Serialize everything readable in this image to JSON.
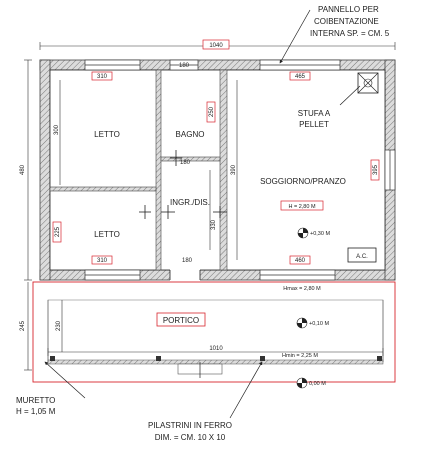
{
  "annotations": {
    "insulation": [
      "PANNELLO PER",
      "COIBENTAZIONE",
      "INTERNA SP. = CM. 5"
    ],
    "stove": [
      "STUFA A",
      "PELLET"
    ],
    "low_wall": [
      "MURETTO",
      "H = 1,05 M"
    ],
    "pillars": [
      "PILASTRINI IN FERRO",
      "DIM. = CM. 10 X 10"
    ]
  },
  "rooms": {
    "bedroom_top": "LETTO",
    "bathroom": "BAGNO",
    "bedroom_bottom": "LETTO",
    "entrance": "INGR./DIS.",
    "living": "SOGGIORNO/PRANZO",
    "portico": "PORTICO"
  },
  "heights": {
    "living": "H = 2,80 M",
    "portico_max": "Hmax = 2,80 M",
    "portico_min": "Hmin = 2,25 M"
  },
  "levels": {
    "living": "+0,30 M",
    "portico": "+0,10 M",
    "ground": "0,00 M"
  },
  "dimensions": {
    "overall_width": "1040",
    "portico_width": "1010",
    "overall_height": "480",
    "portico_depth": "245",
    "portico_inner": "230",
    "win_bed_top": "310",
    "win_bath": "180",
    "win_living_top": "465",
    "bed_top_depth": "300",
    "bath_window": "250",
    "living_depth": "390",
    "entrance_height": "330",
    "bed_bottom_window": "225",
    "living_right_window": "395",
    "win_bed_bottom": "310",
    "win_entrance": "180",
    "win_living_bottom": "460",
    "entrance_mid": "180"
  },
  "labels": {
    "ac": "A.C."
  },
  "colors": {
    "wall": "#555555",
    "wall_hatch": "#9a9a9a",
    "dim_box": "#d7262e",
    "portico_line": "#d7262e"
  }
}
